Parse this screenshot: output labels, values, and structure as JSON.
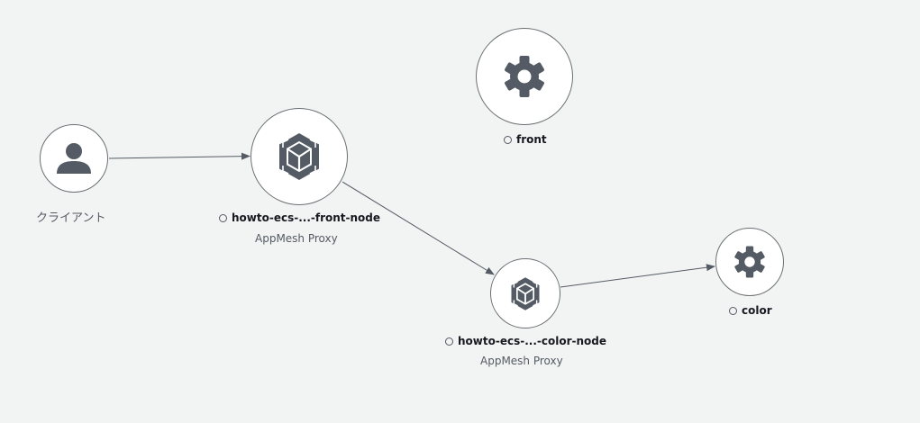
{
  "graph": {
    "client": {
      "label": "クライアント",
      "icon": "user-icon"
    },
    "front_node": {
      "label": "howto-ecs-...-front-node",
      "subtitle": "AppMesh Proxy",
      "icon": "appmesh-proxy-icon"
    },
    "front_service": {
      "label": "front",
      "icon": "gear-icon"
    },
    "color_node": {
      "label": "howto-ecs-...-color-node",
      "subtitle": "AppMesh Proxy",
      "icon": "appmesh-proxy-icon"
    },
    "color_service": {
      "label": "color",
      "icon": "gear-icon"
    },
    "edges": [
      {
        "from": "client",
        "to": "front_node"
      },
      {
        "from": "front_node",
        "to": "color_node"
      },
      {
        "from": "color_node",
        "to": "color_service"
      }
    ]
  },
  "colors": {
    "background": "#f2f3f3",
    "node_fill": "#ffffff",
    "icon": "#545b64",
    "edge": "#545b64"
  }
}
